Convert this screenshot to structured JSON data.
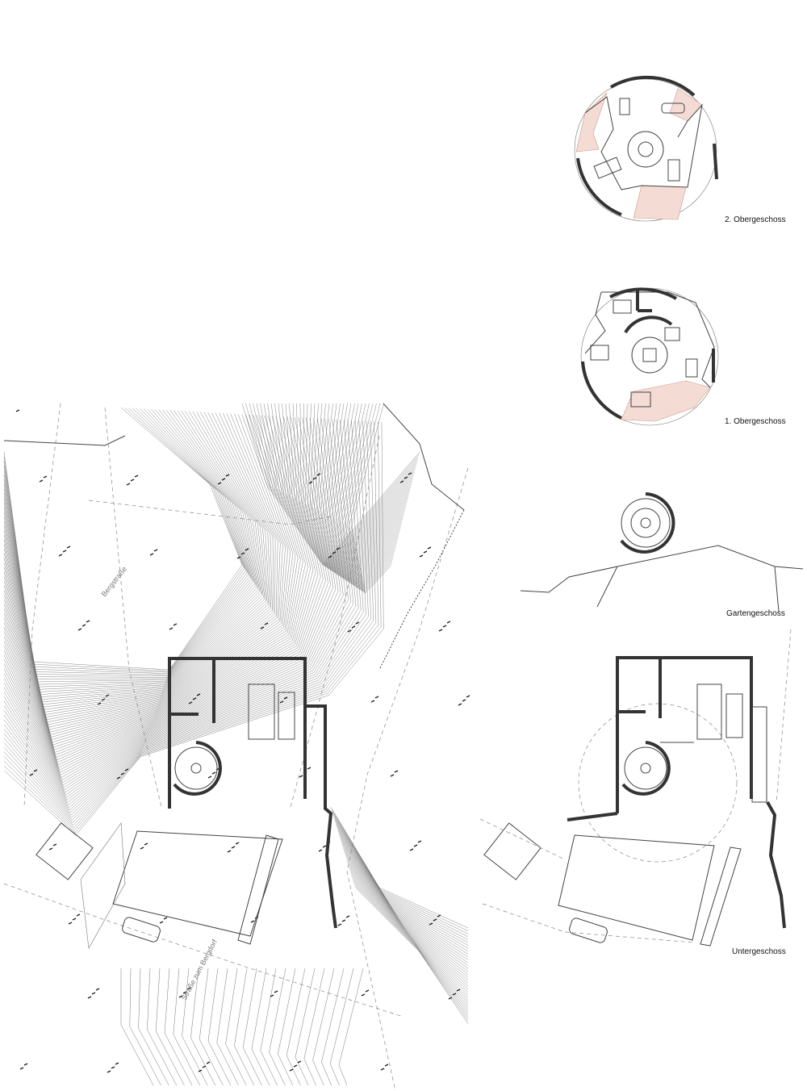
{
  "floors": {
    "second_upper": {
      "label": "2. Obergeschoss"
    },
    "first_upper": {
      "label": "1. Obergeschoss"
    },
    "garden": {
      "label": "Gartengeschoss"
    },
    "basement": {
      "label": "Untergeschoss"
    }
  },
  "site": {
    "annotations": {
      "slope": "Bergstraße",
      "road": "Straße zum Bergdorf"
    }
  },
  "colors": {
    "ink": "#333333",
    "contour": "#777777",
    "terrace": "#f4dcd4"
  }
}
